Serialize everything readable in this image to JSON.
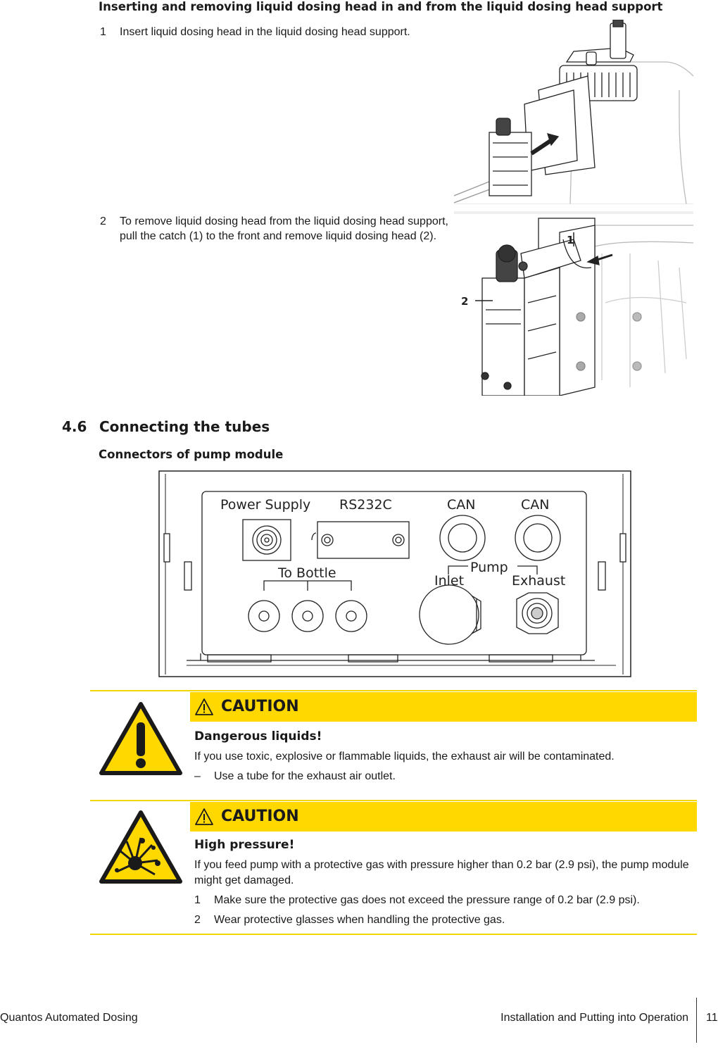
{
  "subheading_top": "Inserting and removing liquid dosing head in and from the liquid dosing head support",
  "steps": [
    {
      "num": "1",
      "text": "Insert liquid dosing head in the liquid dosing head support."
    },
    {
      "num": "2",
      "text": "To remove liquid dosing head from the liquid dosing head support, pull the catch (1) to the front and remove liquid dosing head (2)."
    }
  ],
  "figure_remove": {
    "callout_1": "1",
    "callout_2": "2"
  },
  "section": {
    "number": "4.6",
    "title": "Connecting the tubes"
  },
  "connectors_heading": "Connectors of pump module",
  "pump_module": {
    "power_supply": "Power Supply",
    "rs232c": "RS232C",
    "can_1": "CAN",
    "can_2": "CAN",
    "to_bottle": "To Bottle",
    "pump": "Pump",
    "inlet": "Inlet",
    "exhaust": "Exhaust"
  },
  "cautions": [
    {
      "label": "CAUTION",
      "title": "Dangerous liquids!",
      "text": "If you use toxic, explosive or flammable liquids, the exhaust air will be contaminated.",
      "items": [
        {
          "marker": "–",
          "text": "Use a tube for the exhaust air outlet."
        }
      ]
    },
    {
      "label": "CAUTION",
      "title": "High pressure!",
      "text": "If you feed pump with a protective gas with pressure higher than 0.2 bar (2.9 psi), the pump module might get damaged.",
      "items": [
        {
          "marker": "1",
          "text": "Make sure the protective gas does not exceed the pressure range of 0.2 bar (2.9 psi)."
        },
        {
          "marker": "2",
          "text": "Wear protective glasses when handling the protective gas."
        }
      ]
    }
  ],
  "footer": {
    "left": "Quantos Automated Dosing",
    "section": "Installation and Putting into Operation",
    "page": "11"
  },
  "colors": {
    "caution_yellow": "#ffd800",
    "rule_yellow": "#f2d600",
    "text": "#1a1a1a"
  }
}
